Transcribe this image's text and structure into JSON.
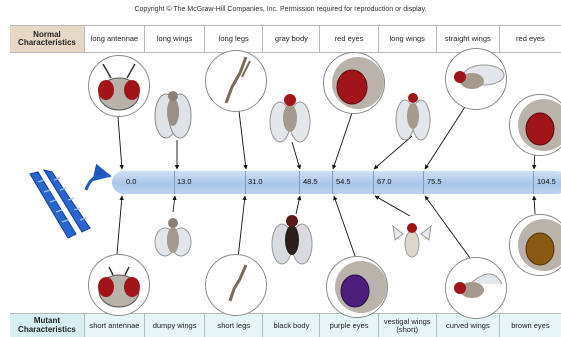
{
  "copyright": "Copyright © The McGraw-Hill Companies, Inc. Permission required for reproduction or display.",
  "normal": {
    "header": "Normal Characteristics",
    "traits": [
      "long antennae",
      "long wings",
      "long legs",
      "gray body",
      "red eyes",
      "long wings",
      "straight wings",
      "red eyes"
    ]
  },
  "mutant": {
    "header": "Mutant Characteristics",
    "traits": [
      "short antennae",
      "dumpy wings",
      "short legs",
      "black body",
      "purple eyes",
      "vestigal wings (short)",
      "curved wings",
      "brown eyes"
    ]
  },
  "chromosome": {
    "loci": [
      "0.0",
      "13.0",
      "31.0",
      "48.5",
      "54.5",
      "67.0",
      "75.5",
      "104.5"
    ]
  },
  "colors": {
    "normal_header_bg": "#e7d7c6",
    "mutant_header_bg": "#d7eff0",
    "chromosome_blue": "#a9c6ea",
    "red_eye": "#a0141a",
    "purple_eye": "#4a1e7a",
    "brown_eye": "#8a5a12",
    "dna_blue": "#1f5bbf"
  }
}
